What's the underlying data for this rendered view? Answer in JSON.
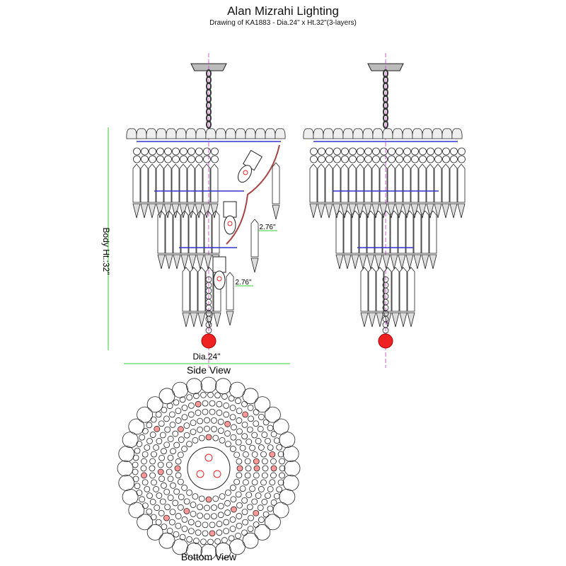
{
  "header": {
    "title": "Alan Mizrahi Lighting",
    "subtitle": "Drawing of KA1883 - Dia.24\" x Ht.32\"(3-layers)"
  },
  "side_view": {
    "label": "Side View",
    "height_dimension": "Body Ht.:32\"",
    "diameter_dimension": "Dia.24\"",
    "arm_dimension_1": "2.76\"",
    "arm_dimension_2": "2.76\""
  },
  "bottom_view": {
    "label": "Bottom View"
  },
  "colors": {
    "line": "#222222",
    "dimension": "#33cc33",
    "centerline": "#cc33cc",
    "frame": "#3333cc",
    "bulb": "#ee2222"
  }
}
